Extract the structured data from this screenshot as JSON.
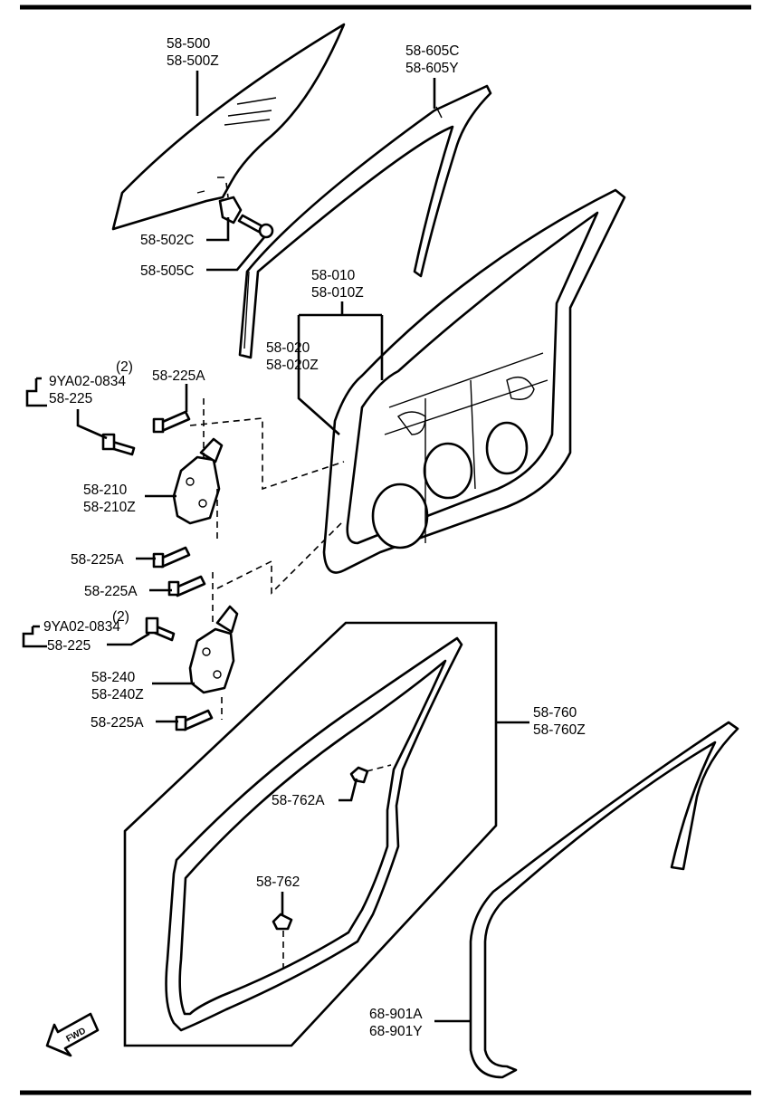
{
  "labels": {
    "glass": [
      "58-500",
      "58-500Z"
    ],
    "glass_run": [
      "58-605C",
      "58-605Y"
    ],
    "clip_502c": "58-502C",
    "screw_505c": "58-505C",
    "door_shell": [
      "58-010",
      "58-010Z"
    ],
    "door_panel": [
      "58-020",
      "58-020Z"
    ],
    "bolt_upper_top": "58-225A",
    "ref_upper_qty": "(2)",
    "ref_upper_code": "9YA02-0834",
    "ref_upper_part": "58-225",
    "hinge_upper": [
      "58-210",
      "58-210Z"
    ],
    "bolt_mid1": "58-225A",
    "bolt_mid2": "58-225A",
    "ref_lower_qty": "(2)",
    "ref_lower_code": "9YA02-0834",
    "ref_lower_part": "58-225",
    "hinge_lower": [
      "58-240",
      "58-240Z"
    ],
    "bolt_bottom": "58-225A",
    "weatherstrip": [
      "58-760",
      "58-760Z"
    ],
    "clip_762a": "58-762A",
    "clip_762": "58-762",
    "seal": [
      "68-901A",
      "68-901Y"
    ],
    "fwd": "FWD"
  }
}
